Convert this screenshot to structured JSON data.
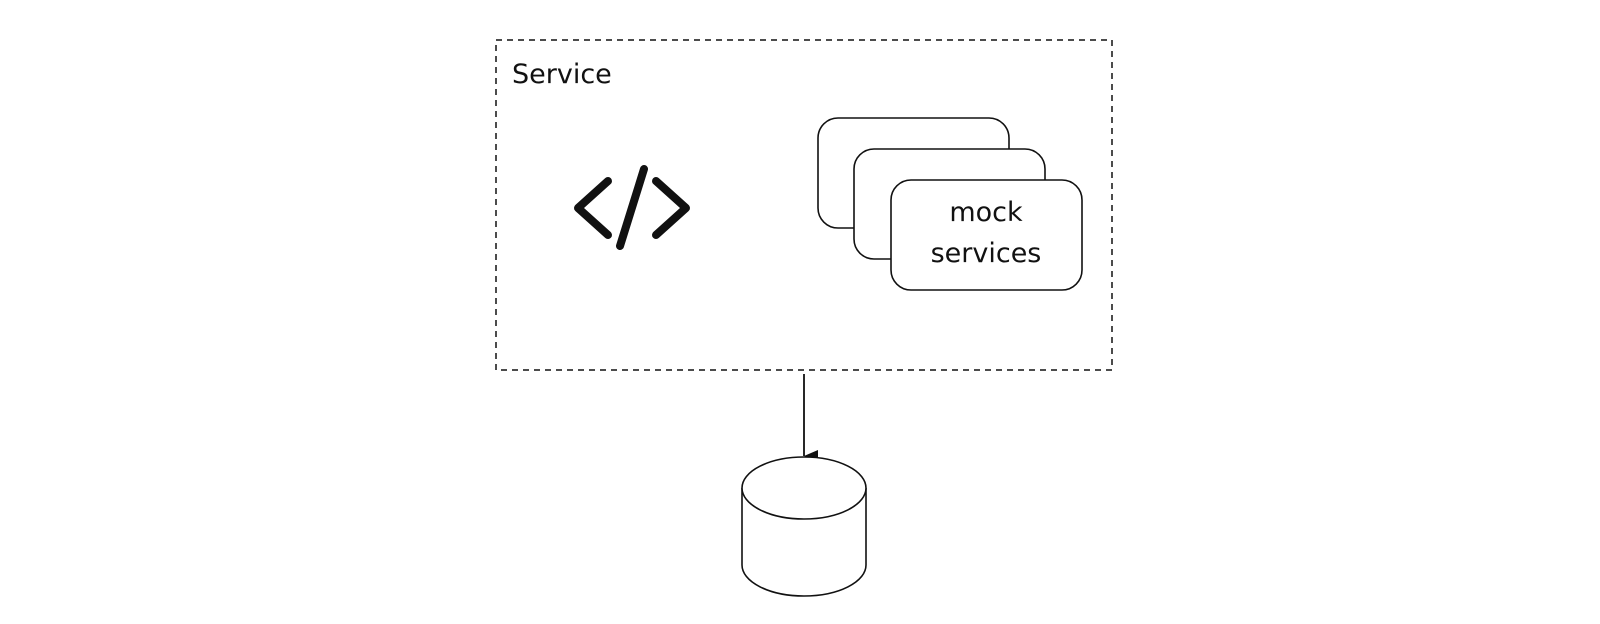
{
  "diagram": {
    "container": {
      "label": "Service",
      "border_style": "dashed"
    },
    "code_icon": {
      "icon": "code-icon"
    },
    "mock_services": {
      "line1": "mock",
      "line2": "services",
      "stack_count": 3
    },
    "connection": {
      "from": "Service",
      "to": "database",
      "direction": "down"
    },
    "database": {
      "icon": "database-icon"
    },
    "colors": {
      "stroke": "#111111",
      "background": "#ffffff"
    }
  }
}
